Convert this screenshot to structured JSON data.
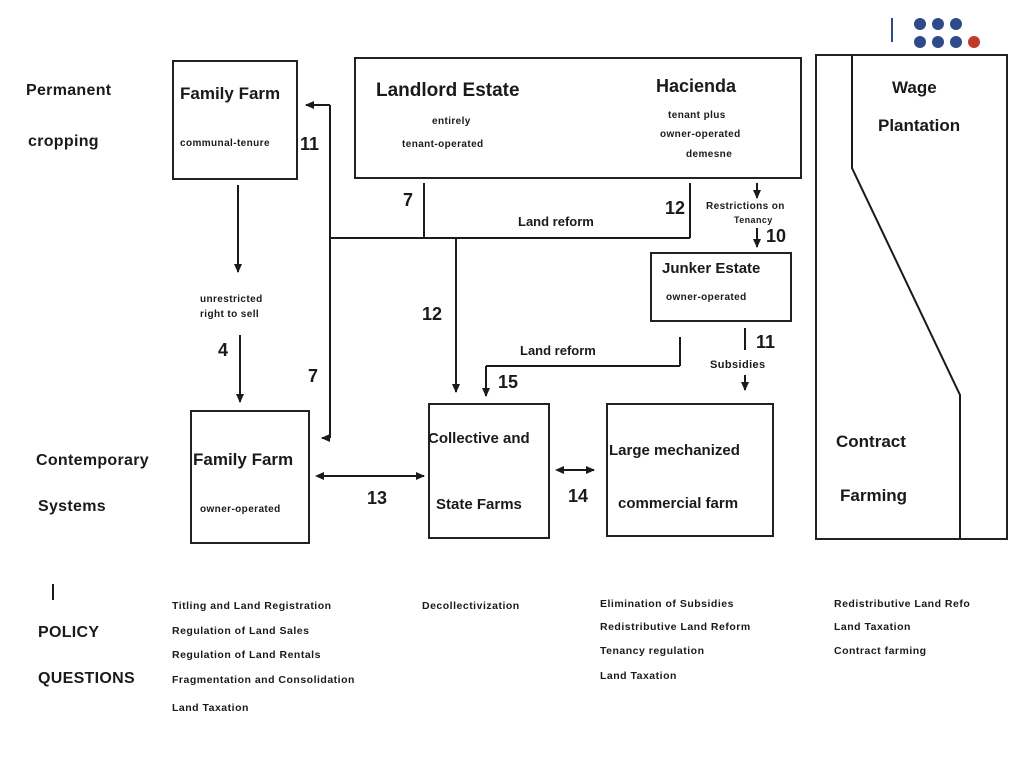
{
  "colors": {
    "ink": "#1a1a1a",
    "logo_blue": "#2d4a8a",
    "logo_red": "#c0392b"
  },
  "logo": {
    "icon": "dots-logo-icon"
  },
  "row_labels": {
    "permanent": "Permanent",
    "cropping": "cropping",
    "contemporary": "Contemporary",
    "systems": "Systems",
    "policy": "POLICY",
    "questions": "QUESTIONS"
  },
  "boxes": {
    "family_farm_top": {
      "title": "Family Farm",
      "sub": "communal-tenure"
    },
    "landlord": {
      "title": "Landlord Estate",
      "sub1": "entirely",
      "sub2": "tenant-operated"
    },
    "hacienda": {
      "title": "Hacienda",
      "sub1": "tenant plus",
      "sub2": "owner-operated",
      "sub3": "demesne"
    },
    "wage": {
      "title1": "Wage",
      "title2": "Plantation"
    },
    "junker": {
      "title": "Junker Estate",
      "sub": "owner-operated"
    },
    "family_farm_bottom": {
      "title": "Family Farm",
      "sub": "owner-operated"
    },
    "collective": {
      "title1": "Collective and",
      "title2": "State Farms"
    },
    "large": {
      "title1": "Large mechanized",
      "title2": "commercial farm"
    },
    "contract": {
      "title1": "Contract",
      "title2": "Farming"
    }
  },
  "edges": {
    "n11_top": "11",
    "n7_top": "7",
    "land_reform_top": "Land reform",
    "n12_right": "12",
    "restrictions": "Restrictions on",
    "tenancy": "Tenancy",
    "n10": "10",
    "unrestricted1": "unrestricted",
    "unrestricted2": "right to sell",
    "n4": "4",
    "n7_left": "7",
    "n12_mid": "12",
    "land_reform_mid": "Land reform",
    "n15": "15",
    "n11_right": "11",
    "subsidies": "Subsidies",
    "n13": "13",
    "n14": "14"
  },
  "policy": {
    "col1": [
      "Titling and Land Registration",
      "Regulation of Land Sales",
      "Regulation of Land Rentals",
      "Fragmentation and Consolidation",
      "Land Taxation"
    ],
    "col2": [
      "Decollectivization"
    ],
    "col3": [
      "Elimination of Subsidies",
      "Redistributive Land Reform",
      "Tenancy regulation",
      "Land Taxation"
    ],
    "col4": [
      "Redistributive Land Refo",
      "Land Taxation",
      "Contract farming"
    ]
  }
}
